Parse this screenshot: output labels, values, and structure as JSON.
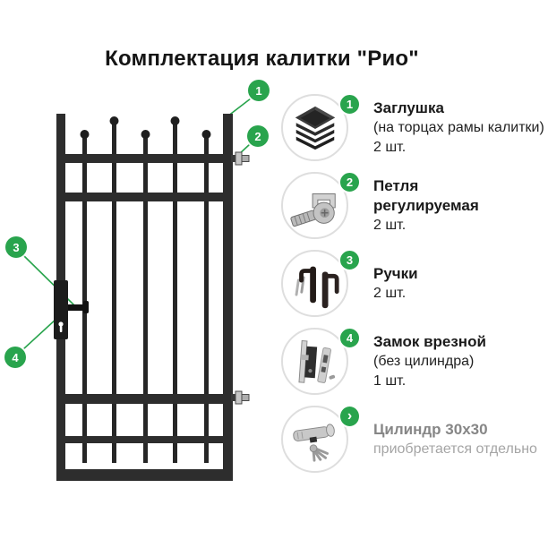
{
  "title": "Комплектация калитки \"Рио\"",
  "colors": {
    "accent_green": "#29a44d",
    "gate_dark": "#2d2d2d",
    "circle_border": "#dedede",
    "muted_text": "#868686"
  },
  "gate_diagram": {
    "callouts": [
      {
        "num": "1",
        "points_to": "frame-end-cap"
      },
      {
        "num": "2",
        "points_to": "hinge"
      },
      {
        "num": "3",
        "points_to": "handle"
      },
      {
        "num": "4",
        "points_to": "mortise-lock"
      }
    ]
  },
  "parts": [
    {
      "badge": "1",
      "icon": "frame-cap-icon",
      "title": "Заглушка",
      "subtitle": "(на торцах рамы калитки)",
      "qty": "2 шт."
    },
    {
      "badge": "2",
      "icon": "hinge-icon",
      "title": "Петля\nрегулируемая",
      "subtitle": "",
      "qty": "2 шт."
    },
    {
      "badge": "3",
      "icon": "handles-icon",
      "title": "Ручки",
      "subtitle": "",
      "qty": "2 шт."
    },
    {
      "badge": "4",
      "icon": "lock-icon",
      "title": "Замок врезной",
      "subtitle": "(без цилиндра)",
      "qty": "1 шт."
    },
    {
      "badge": "›",
      "icon": "cylinder-icon",
      "title": "Цилиндр 30x30",
      "subtitle": "приобретается отдельно",
      "qty": ""
    }
  ]
}
